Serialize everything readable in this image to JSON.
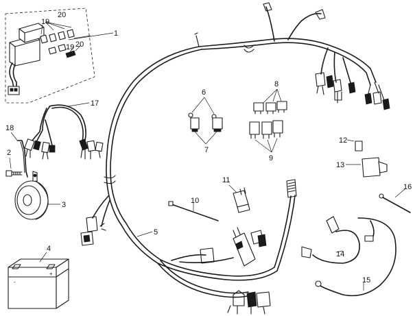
{
  "callouts": {
    "c1": "1",
    "c2": "2",
    "c3": "3",
    "c4": "4",
    "c5": "5",
    "c6": "6",
    "c7": "7",
    "c8": "8",
    "c9": "9",
    "c10": "10",
    "c11": "11",
    "c12": "12",
    "c13": "13",
    "c14": "14",
    "c15": "15",
    "c16": "16",
    "c17": "17",
    "c18": "18",
    "c19a": "19",
    "c19b": "19",
    "c20a": "20",
    "c20b": "20"
  },
  "battery": {
    "minus": "-",
    "plus": "+"
  }
}
